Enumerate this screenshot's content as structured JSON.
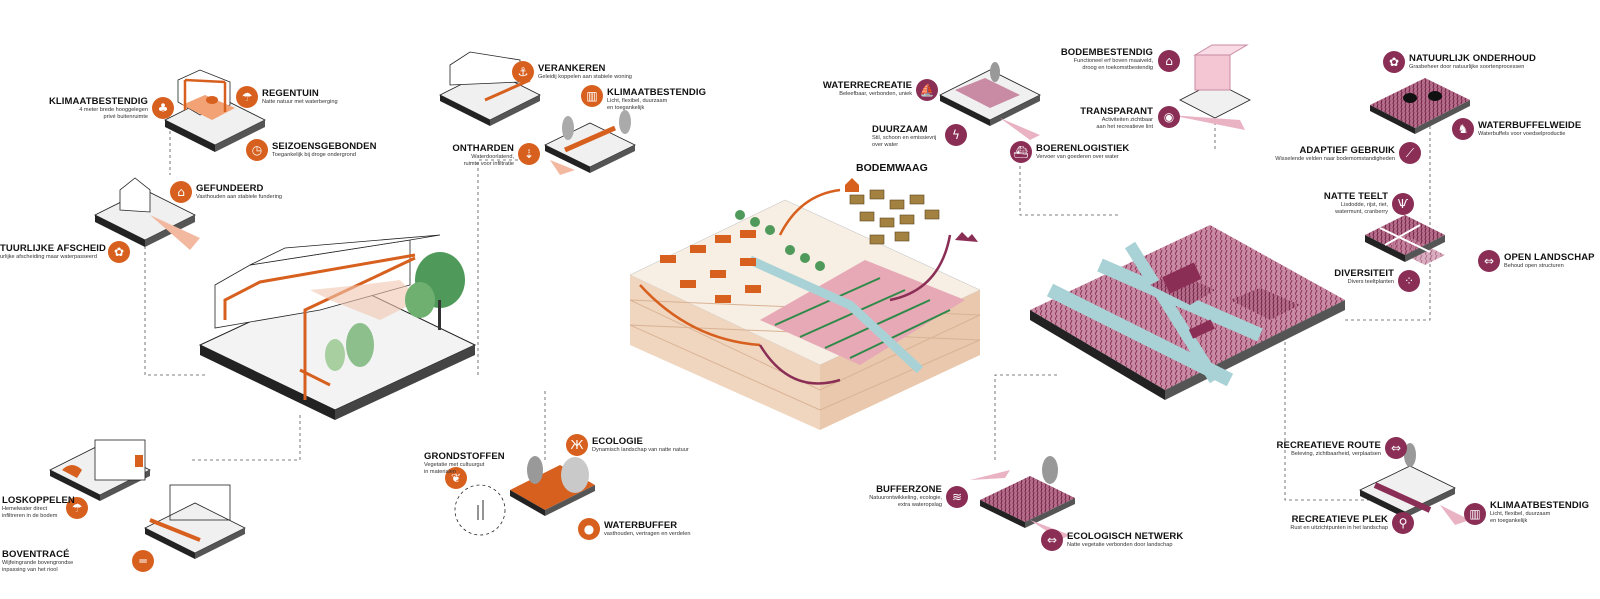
{
  "colors": {
    "orange": "#d7601f",
    "magenta": "#8a2e55",
    "pink": "#e9b3c4",
    "green": "#2f8a4a",
    "water": "#a9d2d6",
    "soil": "#f0d9c3"
  },
  "center_title": "BODEMWAAG",
  "labels": [
    {
      "id": "klimaatbestendig-1",
      "title": "KLIMAATBESTENDIG",
      "desc": "4 meter brede hooggelegen\nprivé buitenruimte",
      "icon": "tree-icon",
      "color": "orange"
    },
    {
      "id": "regentuin",
      "title": "REGENTUIN",
      "desc": "Natte natuur met waterberging",
      "icon": "rain-icon",
      "color": "orange"
    },
    {
      "id": "seizoensgebonden",
      "title": "SEIZOENSGEBONDEN",
      "desc": "Toegankelijk bij droge ondergrond",
      "icon": "clock-icon",
      "color": "orange"
    },
    {
      "id": "gefundeerd",
      "title": "GEFUNDEERD",
      "desc": "Vasthouden aan stabiele fundering",
      "icon": "house-icon",
      "color": "orange"
    },
    {
      "id": "natuurlijke-afscheiding",
      "title": "TUURLIJKE AFSCHEIDING",
      "desc": "urlijke afscheiding maar waterpasseerd",
      "icon": "flower-icon",
      "color": "orange"
    },
    {
      "id": "verankeren",
      "title": "VERANKEREN",
      "desc": "Geleidij koppelen aan stabiele woning",
      "icon": "anchor-icon",
      "color": "orange"
    },
    {
      "id": "klimaatbestendig-2",
      "title": "KLIMAATBESTENDIG",
      "desc": "Licht, flexibel, duurzaam\nen toegankelijk",
      "icon": "building-icon",
      "color": "orange"
    },
    {
      "id": "ontharden",
      "title": "ONTHARDEN",
      "desc": "Waterdoorlatend,\nruimte voor infiltratie",
      "icon": "infiltration-icon",
      "color": "orange"
    },
    {
      "id": "grondstoffen",
      "title": "GRONDSTOFFEN",
      "desc": "Vegetatie met cultuurgut\nin materialen",
      "icon": "leaf-icon",
      "color": "orange"
    },
    {
      "id": "ecologie",
      "title": "ECOLOGIE",
      "desc": "Dynamisch landschap van natte natuur",
      "icon": "butterfly-icon",
      "color": "orange"
    },
    {
      "id": "waterbuffer",
      "title": "WATERBUFFER",
      "desc": "vasthouden, vertragen en verdelen",
      "icon": "drop-icon",
      "color": "orange"
    },
    {
      "id": "loskoppelen",
      "title": "LOSKOPPELEN",
      "desc": "Hemelwater direct\ninfiltreren in de bodem",
      "icon": "rain-icon",
      "color": "orange"
    },
    {
      "id": "boventrace",
      "title": "BOVENTRACÉ",
      "desc": "Wijfeingrande bovengrondse\ninpassing van het riool",
      "icon": "pipe-icon",
      "color": "orange"
    },
    {
      "id": "waterrecreatie",
      "title": "WATERRECREATIE",
      "desc": "Beleefbaar, verbonden, uniek",
      "icon": "boat-icon",
      "color": "magenta"
    },
    {
      "id": "duurzaam",
      "title": "DUURZAAM",
      "desc": "Stil, schoon en emissievrij\nover water",
      "icon": "bolt-icon",
      "color": "magenta"
    },
    {
      "id": "boerenlogistiek",
      "title": "BOERENLOGISTIEK",
      "desc": "Vervoer van goederen over water",
      "icon": "boat-icon",
      "color": "magenta"
    },
    {
      "id": "bodembestendig",
      "title": "BODEMBESTENDIG",
      "desc": "Functioneel erf boven maaiveld,\ndroog en toekomstbestendig",
      "icon": "farm-icon",
      "color": "magenta"
    },
    {
      "id": "transparant",
      "title": "TRANSPARANT",
      "desc": "Activiteiten zichtbaar\naan het recreatieve lint",
      "icon": "eye-icon",
      "color": "magenta"
    },
    {
      "id": "natuurlijk-onderhoud",
      "title": "NATUURLIJK ONDERHOUD",
      "desc": "Grasbeheer door natuurlijke soortenprocessen",
      "icon": "flower-icon",
      "color": "magenta"
    },
    {
      "id": "waterbuffelweide",
      "title": "WATERBUFFELWEIDE",
      "desc": "Waterbuffels voor voedselproductie",
      "icon": "buffalo-icon",
      "color": "magenta"
    },
    {
      "id": "adaptief-gebruik",
      "title": "ADAPTIEF GEBRUIK",
      "desc": "Wisselende velden naar bodemomstandigheden",
      "icon": "field-icon",
      "color": "magenta"
    },
    {
      "id": "natte-teelt",
      "title": "NATTE TEELT",
      "desc": "Lisdodde, rijst, riet,\nwatermunt, cranberry",
      "icon": "reed-icon",
      "color": "magenta"
    },
    {
      "id": "diversiteit",
      "title": "DIVERSITEIT",
      "desc": "Divers teeltplanten",
      "icon": "dots-icon",
      "color": "magenta"
    },
    {
      "id": "open-landschap",
      "title": "OPEN LANDSCHAP",
      "desc": "Behoud open structuren",
      "icon": "arrows-icon",
      "color": "magenta"
    },
    {
      "id": "recreatieve-route",
      "title": "RECREATIEVE ROUTE",
      "desc": "Beleving, zichtbaarheid, verplaatsen",
      "icon": "arrows-icon",
      "color": "magenta"
    },
    {
      "id": "recreatieve-plek",
      "title": "RECREATIEVE PLEK",
      "desc": "Rust en uitzichtpunten in het landschap",
      "icon": "pin-icon",
      "color": "magenta"
    },
    {
      "id": "klimaatbestendig-3",
      "title": "KLIMAATBESTENDIG",
      "desc": "Licht, flexibel, duurzaam\nen toegankelijk",
      "icon": "building-icon",
      "color": "magenta"
    },
    {
      "id": "bufferzone",
      "title": "BUFFERZONE",
      "desc": "Natuurontwikkeling, ecologie,\nextra wateropslag",
      "icon": "layers-icon",
      "color": "magenta"
    },
    {
      "id": "ecologisch-netwerk",
      "title": "ECOLOGISCH NETWERK",
      "desc": "Natte vegetatie verbonden door landschap",
      "icon": "arrows-icon",
      "color": "magenta"
    }
  ]
}
